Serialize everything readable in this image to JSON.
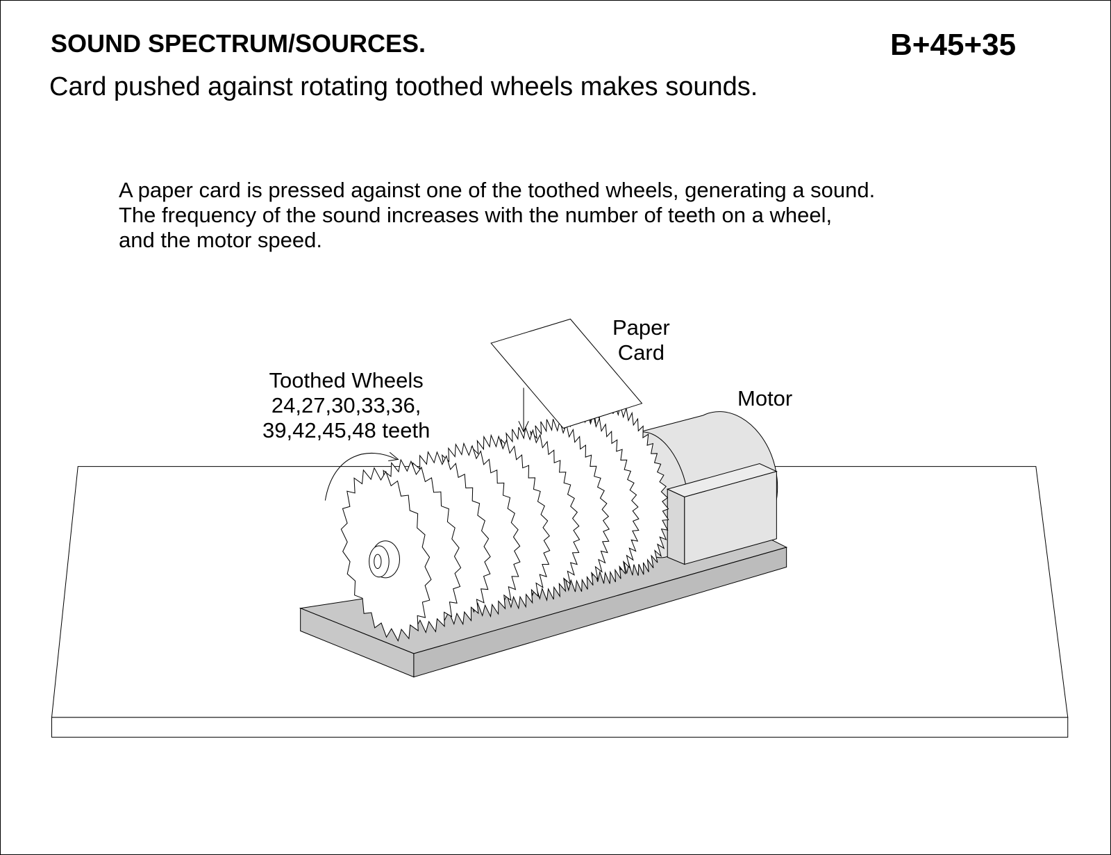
{
  "header": {
    "title": "SOUND SPECTRUM/SOURCES.",
    "code": "B+45+35",
    "subtitle": "Card pushed against rotating toothed wheels makes sounds."
  },
  "description": [
    "A paper card is pressed against one of the toothed wheels, generating a sound.",
    "The frequency of the sound increases with the number of teeth on a wheel,",
    "and  the motor speed."
  ],
  "labels": {
    "paper_card": [
      "Paper",
      "Card"
    ],
    "motor": "Motor",
    "toothed_wheels": [
      "Toothed Wheels",
      "24,27,30,33,36,",
      "39,42,45,48 teeth"
    ]
  },
  "wheel_teeth": [
    24,
    27,
    30,
    33,
    36,
    39,
    42,
    45,
    48
  ],
  "colors": {
    "base": "#c8c8c8",
    "motor": "#e4e4e4",
    "line": "#000000"
  }
}
